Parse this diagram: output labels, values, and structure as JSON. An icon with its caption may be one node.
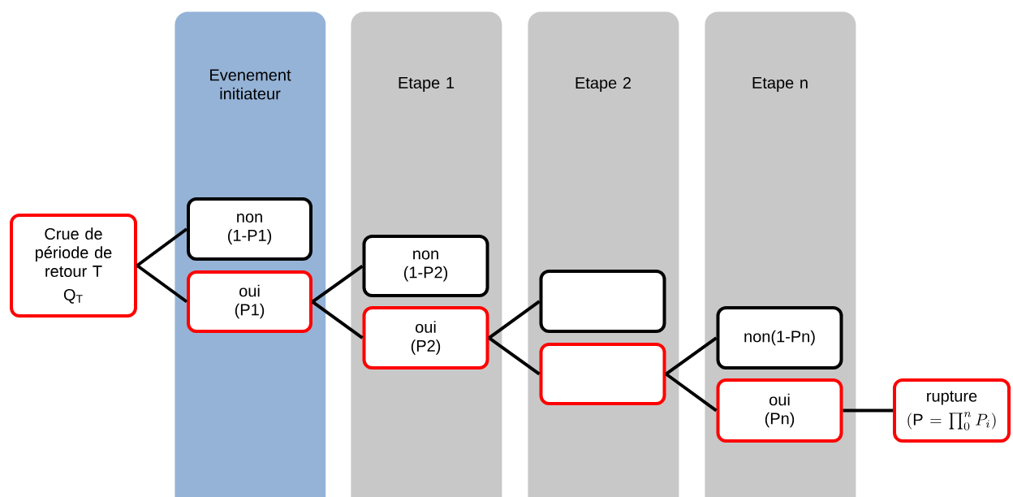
{
  "diagram": {
    "nodes": [
      {
        "text": [
          "Crue de période de retour T",
          "Q$_{T}$"
        ]
      },
      {
        "text": [
          "Evenement initiateur"
        ]
      },
      {
        "text": [
          "non (1-P1)"
        ],
        "in": 1
      },
      {
        "text": [
          "oui (P1)"
        ],
        "in": 1
      },
      {
        "text": [
          "Etape 1"
        ]
      },
      {
        "text": [
          "non (1-P2)"
        ],
        "in": 4
      },
      {
        "text": [
          "oui (P2)"
        ],
        "in": 4
      },
      {
        "text": [
          "Etape 2"
        ]
      },
      {
        "text": [],
        "shape": "box",
        "in": 7
      },
      {
        "text": [],
        "shape": "box",
        "in": 7
      },
      {
        "text": [
          "Etape n"
        ]
      },
      {
        "text": [
          "non(1-Pn)"
        ],
        "in": 10
      },
      {
        "text": [
          "oui (Pn)"
        ],
        "in": 10
      },
      {
        "text": [
          "rupture",
          "(\\mathrm{P} = \\prod_{0}^{n} P_{i})"
        ]
      }
    ],
    "edges": [
      {
        "from": 0,
        "to": 2,
        "arrow": "none"
      },
      {
        "from": 0,
        "to": 3,
        "arrow": "none"
      },
      {
        "from": 3,
        "to": 5,
        "arrow": "none"
      },
      {
        "from": 3,
        "to": 6,
        "arrow": "none"
      },
      {
        "from": 6,
        "to": 8,
        "arrow": "none"
      },
      {
        "from": 6,
        "to": 9,
        "arrow": "none"
      },
      {
        "from": 9,
        "to": 11,
        "arrow": "none"
      },
      {
        "from": 9,
        "to": 12,
        "arrow": "none"
      },
      {
        "from": 12,
        "to": 13,
        "arrow": "none"
      }
    ]
  }
}
